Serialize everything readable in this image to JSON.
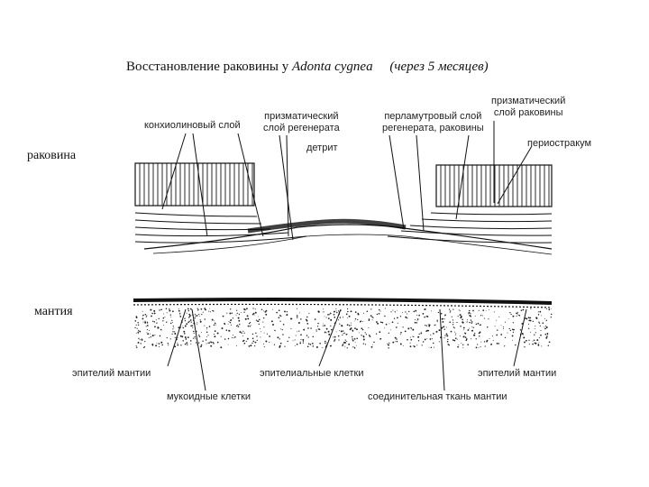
{
  "title": {
    "main": "Восстановление раковины у",
    "species": "Adonta cygnea",
    "note": "(через 5 месяцев)"
  },
  "labels": {
    "conchiolin": "конхиолиновый слой",
    "prismatic_regen": [
      "призматический",
      "слой регенерата"
    ],
    "nacre_regen": [
      "перламутровый слой",
      "регенерата, раковины"
    ],
    "prismatic_shell": [
      "призматический",
      "слой раковины"
    ],
    "periostracum": "периостракум",
    "detrit": "детрит",
    "shell": "раковина",
    "mantle": "мантия",
    "mantle_epithelium_left": "эпителий мантии",
    "epithelial_cells": "эпителиальные клетки",
    "mantle_epithelium_right": "эпителий мантии",
    "mucoid_cells": "мукоидные клетки",
    "connective_tissue": "соединительная ткань мантии"
  }
}
